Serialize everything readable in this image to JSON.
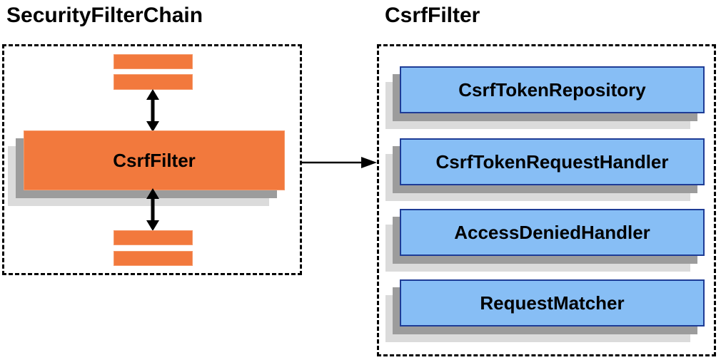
{
  "left_panel": {
    "title": "SecurityFilterChain",
    "csrf_filter_label": "CsrfFilter"
  },
  "right_panel": {
    "title": "CsrfFilter",
    "components": [
      {
        "label": "CsrfTokenRepository"
      },
      {
        "label": "CsrfTokenRequestHandler"
      },
      {
        "label": "AccessDeniedHandler"
      },
      {
        "label": "RequestMatcher"
      }
    ]
  },
  "icons": {
    "bidirectional_arrow": "vertical double-headed arrow",
    "flow_arrow": "right-pointing arrow"
  },
  "colors": {
    "orange_fill": "#F2793D",
    "orange_border": "#F59A6B",
    "blue_fill": "#87BEF5",
    "blue_border": "#1E3C96",
    "shadow_dark": "#9C9C9C",
    "shadow_light": "#DBDBDB",
    "arrow_black": "#000000"
  }
}
